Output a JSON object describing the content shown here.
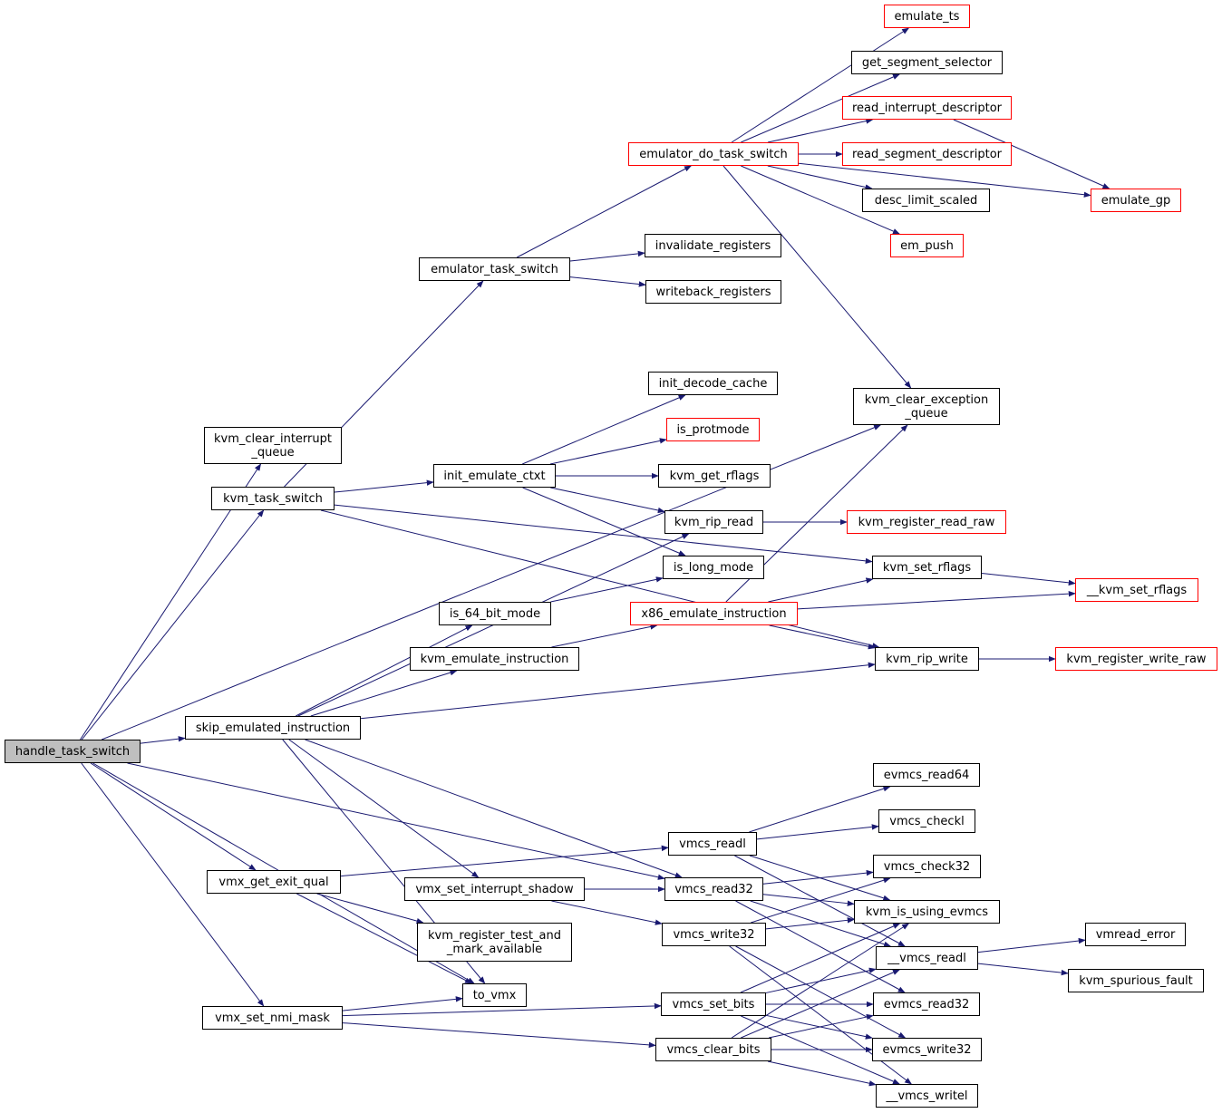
{
  "diagram": {
    "type": "call-graph",
    "colors": {
      "edge": "#191970",
      "box_border": "#000000",
      "truncated_border": "#ff0000",
      "root_fill": "#bfbfbf"
    },
    "nodes": {
      "handle_task_switch": {
        "lines": [
          "handle_task_switch"
        ],
        "style": "root"
      },
      "kvm_clear_interrupt_queue": {
        "lines": [
          "kvm_clear_interrupt",
          "_queue"
        ],
        "style": "normal"
      },
      "kvm_task_switch": {
        "lines": [
          "kvm_task_switch"
        ],
        "style": "normal"
      },
      "skip_emulated_instruction": {
        "lines": [
          "skip_emulated_instruction"
        ],
        "style": "normal"
      },
      "vmx_get_exit_qual": {
        "lines": [
          "vmx_get_exit_qual"
        ],
        "style": "normal"
      },
      "vmx_set_nmi_mask": {
        "lines": [
          "vmx_set_nmi_mask"
        ],
        "style": "normal"
      },
      "emulator_task_switch": {
        "lines": [
          "emulator_task_switch"
        ],
        "style": "normal"
      },
      "init_emulate_ctxt": {
        "lines": [
          "init_emulate_ctxt"
        ],
        "style": "normal"
      },
      "is_64_bit_mode": {
        "lines": [
          "is_64_bit_mode"
        ],
        "style": "normal"
      },
      "kvm_emulate_instruction": {
        "lines": [
          "kvm_emulate_instruction"
        ],
        "style": "normal"
      },
      "vmx_set_interrupt_shadow": {
        "lines": [
          "vmx_set_interrupt_shadow"
        ],
        "style": "normal"
      },
      "kvm_register_test_and_mark_available": {
        "lines": [
          "kvm_register_test_and",
          "_mark_available"
        ],
        "style": "normal"
      },
      "to_vmx": {
        "lines": [
          "to_vmx"
        ],
        "style": "normal"
      },
      "emulator_do_task_switch": {
        "lines": [
          "emulator_do_task_switch"
        ],
        "style": "truncated"
      },
      "invalidate_registers": {
        "lines": [
          "invalidate_registers"
        ],
        "style": "normal"
      },
      "writeback_registers": {
        "lines": [
          "writeback_registers"
        ],
        "style": "normal"
      },
      "init_decode_cache": {
        "lines": [
          "init_decode_cache"
        ],
        "style": "normal"
      },
      "is_protmode": {
        "lines": [
          "is_protmode"
        ],
        "style": "truncated"
      },
      "kvm_get_rflags": {
        "lines": [
          "kvm_get_rflags"
        ],
        "style": "normal"
      },
      "kvm_rip_read": {
        "lines": [
          "kvm_rip_read"
        ],
        "style": "normal"
      },
      "is_long_mode": {
        "lines": [
          "is_long_mode"
        ],
        "style": "normal"
      },
      "x86_emulate_instruction": {
        "lines": [
          "x86_emulate_instruction"
        ],
        "style": "truncated"
      },
      "vmcs_readl": {
        "lines": [
          "vmcs_readl"
        ],
        "style": "normal"
      },
      "vmcs_read32": {
        "lines": [
          "vmcs_read32"
        ],
        "style": "normal"
      },
      "vmcs_write32": {
        "lines": [
          "vmcs_write32"
        ],
        "style": "normal"
      },
      "vmcs_set_bits": {
        "lines": [
          "vmcs_set_bits"
        ],
        "style": "normal"
      },
      "vmcs_clear_bits": {
        "lines": [
          "vmcs_clear_bits"
        ],
        "style": "normal"
      },
      "emulate_ts": {
        "lines": [
          "emulate_ts"
        ],
        "style": "truncated"
      },
      "get_segment_selector": {
        "lines": [
          "get_segment_selector"
        ],
        "style": "normal"
      },
      "read_interrupt_descriptor": {
        "lines": [
          "read_interrupt_descriptor"
        ],
        "style": "truncated"
      },
      "read_segment_descriptor": {
        "lines": [
          "read_segment_descriptor"
        ],
        "style": "truncated"
      },
      "desc_limit_scaled": {
        "lines": [
          "desc_limit_scaled"
        ],
        "style": "normal"
      },
      "em_push": {
        "lines": [
          "em_push"
        ],
        "style": "truncated"
      },
      "kvm_clear_exception_queue": {
        "lines": [
          "kvm_clear_exception",
          "_queue"
        ],
        "style": "normal"
      },
      "kvm_register_read_raw": {
        "lines": [
          "kvm_register_read_raw"
        ],
        "style": "truncated"
      },
      "kvm_set_rflags": {
        "lines": [
          "kvm_set_rflags"
        ],
        "style": "normal"
      },
      "kvm_rip_write": {
        "lines": [
          "kvm_rip_write"
        ],
        "style": "normal"
      },
      "evmcs_read64": {
        "lines": [
          "evmcs_read64"
        ],
        "style": "normal"
      },
      "vmcs_checkl": {
        "lines": [
          "vmcs_checkl"
        ],
        "style": "normal"
      },
      "vmcs_check32": {
        "lines": [
          "vmcs_check32"
        ],
        "style": "normal"
      },
      "kvm_is_using_evmcs": {
        "lines": [
          "kvm_is_using_evmcs"
        ],
        "style": "normal"
      },
      "__vmcs_readl": {
        "lines": [
          "__vmcs_readl"
        ],
        "style": "normal"
      },
      "evmcs_read32": {
        "lines": [
          "evmcs_read32"
        ],
        "style": "normal"
      },
      "evmcs_write32": {
        "lines": [
          "evmcs_write32"
        ],
        "style": "normal"
      },
      "__vmcs_writel": {
        "lines": [
          "__vmcs_writel"
        ],
        "style": "normal"
      },
      "emulate_gp": {
        "lines": [
          "emulate_gp"
        ],
        "style": "truncated"
      },
      "__kvm_set_rflags": {
        "lines": [
          "__kvm_set_rflags"
        ],
        "style": "truncated"
      },
      "kvm_register_write_raw": {
        "lines": [
          "kvm_register_write_raw"
        ],
        "style": "truncated"
      },
      "vmread_error": {
        "lines": [
          "vmread_error"
        ],
        "style": "normal"
      },
      "kvm_spurious_fault": {
        "lines": [
          "kvm_spurious_fault"
        ],
        "style": "normal"
      }
    },
    "edges": [
      [
        "handle_task_switch",
        "kvm_clear_interrupt_queue"
      ],
      [
        "handle_task_switch",
        "kvm_task_switch"
      ],
      [
        "handle_task_switch",
        "skip_emulated_instruction"
      ],
      [
        "handle_task_switch",
        "vmx_get_exit_qual"
      ],
      [
        "handle_task_switch",
        "vmx_set_nmi_mask"
      ],
      [
        "handle_task_switch",
        "to_vmx"
      ],
      [
        "handle_task_switch",
        "vmcs_read32"
      ],
      [
        "handle_task_switch",
        "kvm_clear_exception_queue"
      ],
      [
        "kvm_task_switch",
        "emulator_task_switch"
      ],
      [
        "kvm_task_switch",
        "init_emulate_ctxt"
      ],
      [
        "kvm_task_switch",
        "kvm_set_rflags"
      ],
      [
        "kvm_task_switch",
        "kvm_rip_write"
      ],
      [
        "emulator_task_switch",
        "emulator_do_task_switch"
      ],
      [
        "emulator_task_switch",
        "invalidate_registers"
      ],
      [
        "emulator_task_switch",
        "writeback_registers"
      ],
      [
        "emulator_do_task_switch",
        "emulate_ts"
      ],
      [
        "emulator_do_task_switch",
        "get_segment_selector"
      ],
      [
        "emulator_do_task_switch",
        "read_interrupt_descriptor"
      ],
      [
        "emulator_do_task_switch",
        "read_segment_descriptor"
      ],
      [
        "emulator_do_task_switch",
        "desc_limit_scaled"
      ],
      [
        "emulator_do_task_switch",
        "em_push"
      ],
      [
        "emulator_do_task_switch",
        "emulate_gp"
      ],
      [
        "emulator_do_task_switch",
        "kvm_clear_exception_queue"
      ],
      [
        "read_interrupt_descriptor",
        "emulate_gp"
      ],
      [
        "init_emulate_ctxt",
        "init_decode_cache"
      ],
      [
        "init_emulate_ctxt",
        "is_protmode"
      ],
      [
        "init_emulate_ctxt",
        "kvm_get_rflags"
      ],
      [
        "init_emulate_ctxt",
        "kvm_rip_read"
      ],
      [
        "init_emulate_ctxt",
        "is_long_mode"
      ],
      [
        "kvm_rip_read",
        "kvm_register_read_raw"
      ],
      [
        "skip_emulated_instruction",
        "kvm_rip_read"
      ],
      [
        "skip_emulated_instruction",
        "is_64_bit_mode"
      ],
      [
        "skip_emulated_instruction",
        "kvm_emulate_instruction"
      ],
      [
        "skip_emulated_instruction",
        "kvm_rip_write"
      ],
      [
        "skip_emulated_instruction",
        "vmcs_read32"
      ],
      [
        "skip_emulated_instruction",
        "vmx_set_interrupt_shadow"
      ],
      [
        "skip_emulated_instruction",
        "to_vmx"
      ],
      [
        "is_64_bit_mode",
        "is_long_mode"
      ],
      [
        "kvm_emulate_instruction",
        "x86_emulate_instruction"
      ],
      [
        "x86_emulate_instruction",
        "kvm_clear_exception_queue"
      ],
      [
        "x86_emulate_instruction",
        "kvm_set_rflags"
      ],
      [
        "x86_emulate_instruction",
        "__kvm_set_rflags"
      ],
      [
        "x86_emulate_instruction",
        "kvm_rip_write"
      ],
      [
        "kvm_set_rflags",
        "__kvm_set_rflags"
      ],
      [
        "kvm_rip_write",
        "kvm_register_write_raw"
      ],
      [
        "vmx_get_exit_qual",
        "vmcs_readl"
      ],
      [
        "vmx_get_exit_qual",
        "kvm_register_test_and_mark_available"
      ],
      [
        "vmx_get_exit_qual",
        "to_vmx"
      ],
      [
        "vmx_set_interrupt_shadow",
        "vmcs_read32"
      ],
      [
        "vmx_set_interrupt_shadow",
        "vmcs_write32"
      ],
      [
        "vmx_set_nmi_mask",
        "to_vmx"
      ],
      [
        "vmx_set_nmi_mask",
        "vmcs_set_bits"
      ],
      [
        "vmx_set_nmi_mask",
        "vmcs_clear_bits"
      ],
      [
        "vmcs_readl",
        "evmcs_read64"
      ],
      [
        "vmcs_readl",
        "vmcs_checkl"
      ],
      [
        "vmcs_readl",
        "kvm_is_using_evmcs"
      ],
      [
        "vmcs_readl",
        "__vmcs_readl"
      ],
      [
        "vmcs_read32",
        "vmcs_check32"
      ],
      [
        "vmcs_read32",
        "kvm_is_using_evmcs"
      ],
      [
        "vmcs_read32",
        "__vmcs_readl"
      ],
      [
        "vmcs_read32",
        "evmcs_read32"
      ],
      [
        "vmcs_write32",
        "vmcs_check32"
      ],
      [
        "vmcs_write32",
        "kvm_is_using_evmcs"
      ],
      [
        "vmcs_write32",
        "evmcs_write32"
      ],
      [
        "vmcs_write32",
        "__vmcs_writel"
      ],
      [
        "vmcs_set_bits",
        "kvm_is_using_evmcs"
      ],
      [
        "vmcs_set_bits",
        "__vmcs_readl"
      ],
      [
        "vmcs_set_bits",
        "evmcs_read32"
      ],
      [
        "vmcs_set_bits",
        "evmcs_write32"
      ],
      [
        "vmcs_set_bits",
        "__vmcs_writel"
      ],
      [
        "vmcs_clear_bits",
        "kvm_is_using_evmcs"
      ],
      [
        "vmcs_clear_bits",
        "__vmcs_readl"
      ],
      [
        "vmcs_clear_bits",
        "evmcs_read32"
      ],
      [
        "vmcs_clear_bits",
        "evmcs_write32"
      ],
      [
        "vmcs_clear_bits",
        "__vmcs_writel"
      ],
      [
        "__vmcs_readl",
        "vmread_error"
      ],
      [
        "__vmcs_readl",
        "kvm_spurious_fault"
      ]
    ]
  }
}
